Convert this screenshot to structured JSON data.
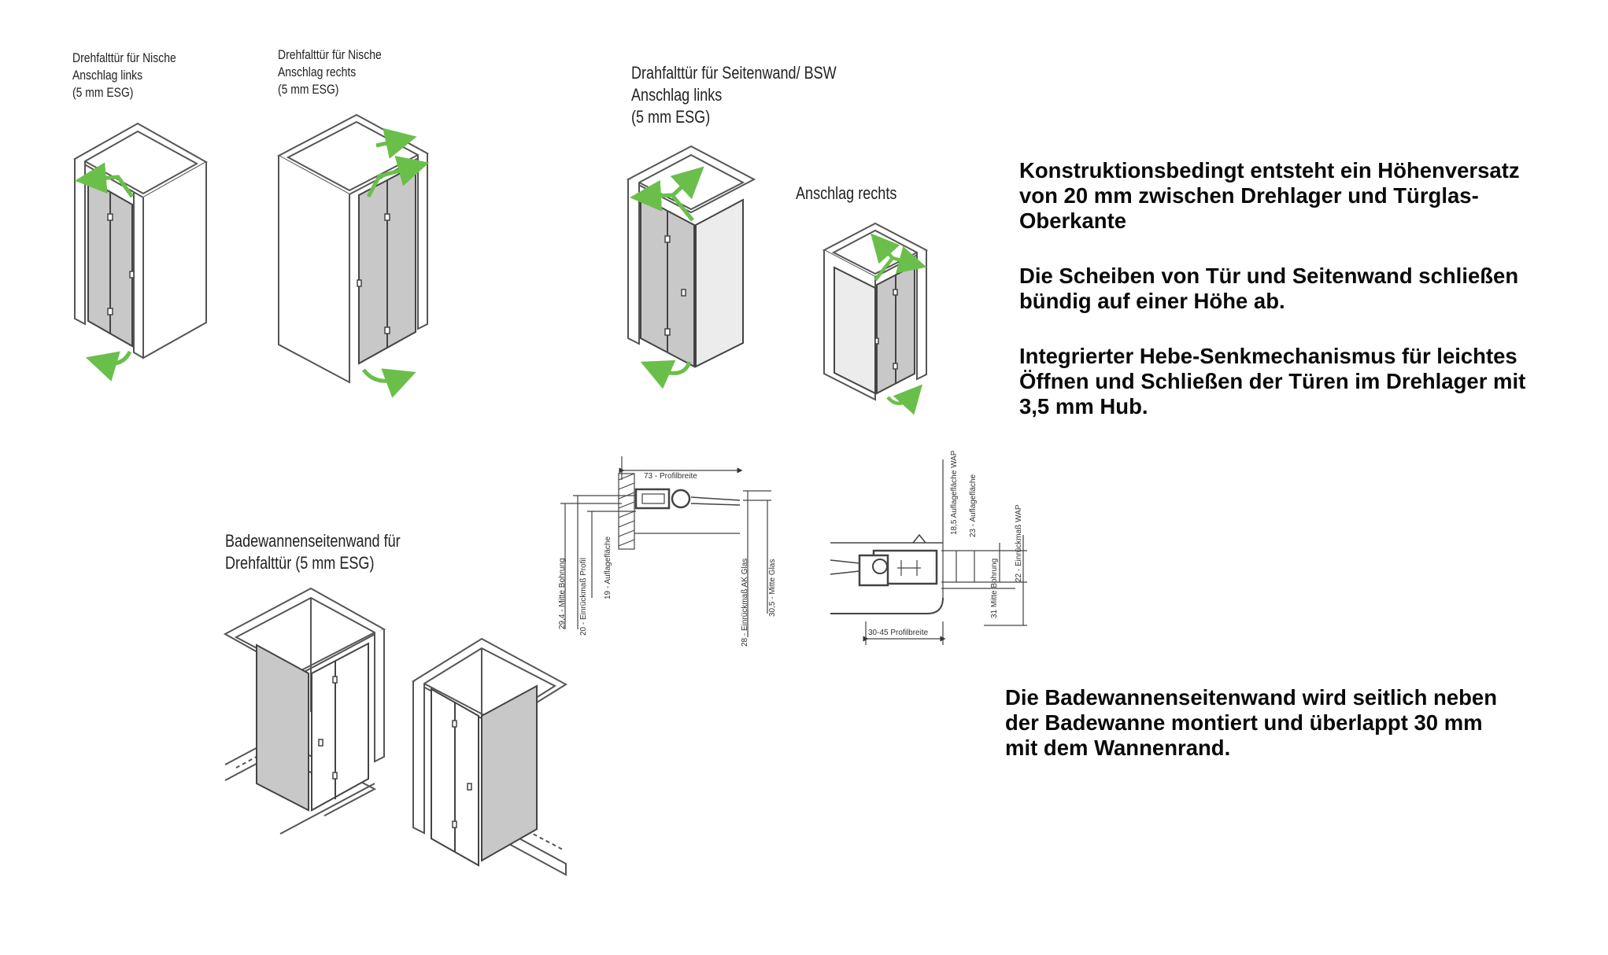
{
  "captions": {
    "nische_links": [
      "Drehfalttür für Nische",
      "Anschlag links",
      "(5 mm ESG)"
    ],
    "nische_rechts": [
      "Drehfalttür für Nische",
      "Anschlag rechts",
      "(5 mm ESG)"
    ],
    "seitenwand_links": [
      "Drahfalttür für Seitenwand/ BSW",
      "Anschlag links",
      "(5 mm ESG)"
    ],
    "seitenwand_rechts": "Anschlag rechts",
    "badewanne": [
      "Badewannenseitenwand für",
      "Drehfalttür (5 mm ESG)"
    ]
  },
  "notes": {
    "hoehenversatz": [
      "Konstruktionsbedingt entsteht ein Höhenversatz",
      "von 20 mm zwischen Drehlager und Türglas-",
      "Oberkante"
    ],
    "scheiben": [
      "Die Scheiben von Tür und Seitenwand schließen",
      "bündig auf einer Höhe ab."
    ],
    "mechanismus": [
      "Integrierter Hebe-Senkmechanismus für leichtes",
      "Öffnen und Schließen der Türen im Drehlager mit",
      "3,5 mm Hub."
    ],
    "badewanne": [
      "Die Badewannenseitenwand wird seitlich neben",
      "der Badewanne montiert und überlappt 30 mm",
      "mit dem Wannenrand."
    ]
  },
  "profile_left": {
    "width_label": "73 - Profilbreite",
    "dims": [
      "29,4 - Mitte Bohrung",
      "20 - Einrückmaß Profil",
      "19 - Auflagefläche",
      "28 - Einrückmaß AK Glas",
      "30,5 - Mitte Glas"
    ]
  },
  "profile_right": {
    "width_label": "30-45  Profilbreite",
    "dims": [
      "18,5 Auflagefläche WAP",
      "23 - Auflagefläche",
      "22 - Einrückmaß WAP",
      "31 Mitte Bohrung"
    ]
  },
  "colors": {
    "arrow": "#6abf4b",
    "glass": "#c8c8c8",
    "line": "#444444"
  }
}
